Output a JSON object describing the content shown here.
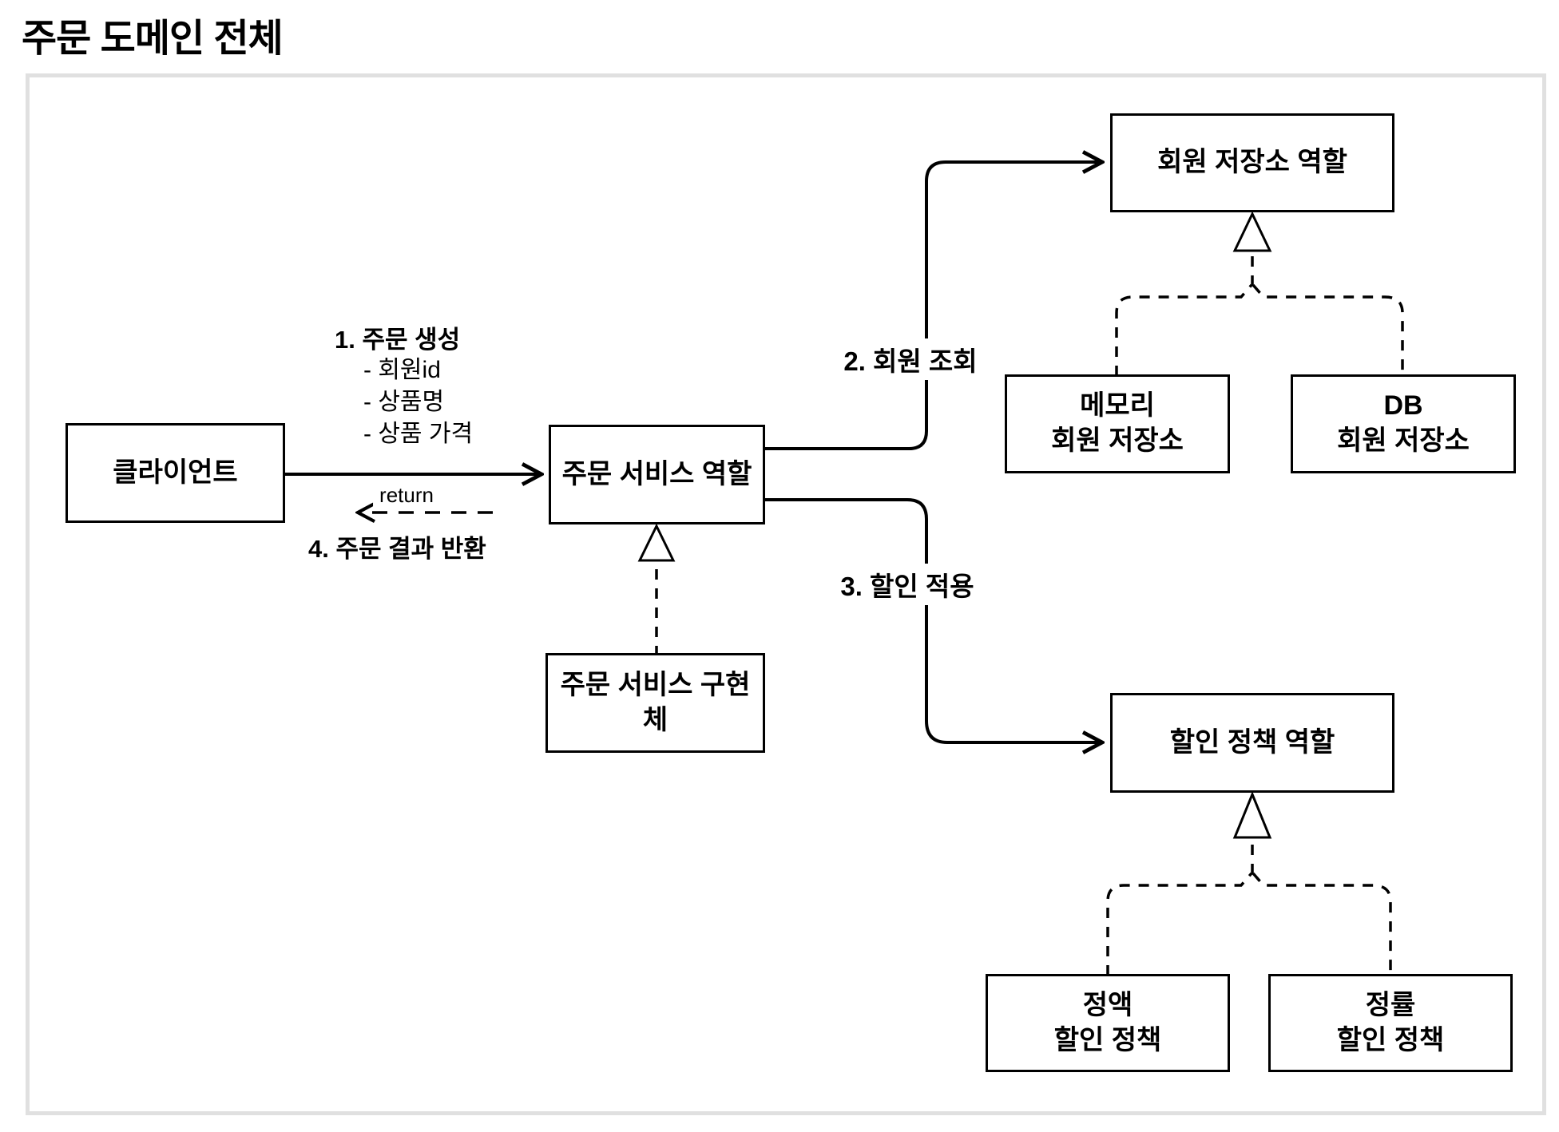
{
  "title": "주문 도메인 전체",
  "colors": {
    "stroke": "#000000",
    "box_fill": "#ffffff",
    "frame_border": "#e0e0e0",
    "background": "#ffffff"
  },
  "nodes": {
    "client": {
      "label": "클라이언트"
    },
    "order_service_role": {
      "label": "주문 서비스 역할"
    },
    "order_service_impl": {
      "label": "주문 서비스 구현체"
    },
    "member_repo_role": {
      "label": "회원 저장소 역할"
    },
    "memory_member_repo": {
      "line1": "메모리",
      "line2": "회원 저장소"
    },
    "db_member_repo": {
      "line1": "DB",
      "line2": "회원 저장소"
    },
    "discount_policy_role": {
      "label": "할인 정책 역할"
    },
    "fixed_discount_policy": {
      "line1": "정액",
      "line2": "할인 정책"
    },
    "rate_discount_policy": {
      "line1": "정률",
      "line2": "할인 정책"
    }
  },
  "edges": {
    "create_order": {
      "label": "1. 주문 생성",
      "params": [
        "- 회원id",
        "- 상품명",
        "- 상품 가격"
      ]
    },
    "return_result": {
      "label": "return",
      "caption": "4. 주문 결과 반환"
    },
    "find_member": {
      "label": "2. 회원 조회"
    },
    "apply_discount": {
      "label": "3. 할인 적용"
    }
  }
}
